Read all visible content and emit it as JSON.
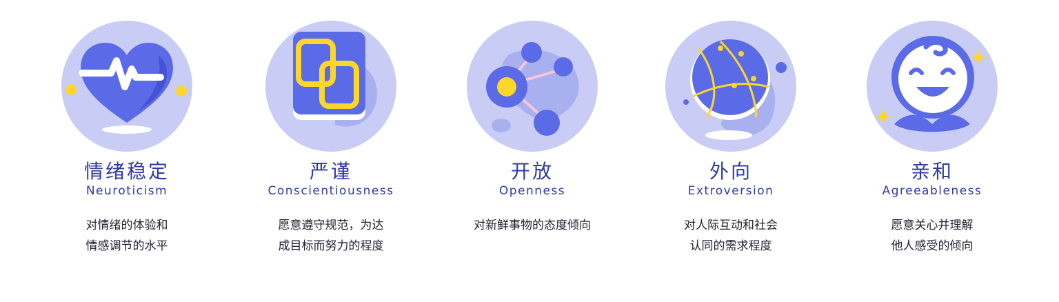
{
  "colors": {
    "circle": "#c9cdf5",
    "accent_blue": "#5b6be8",
    "accent_yellow": "#fcd72a",
    "title": "#2f3aa6",
    "text": "#222233"
  },
  "traits": [
    {
      "icon": "heart-pulse-icon",
      "title_cn": "情绪稳定",
      "title_en": "Neuroticism",
      "desc_lines": [
        "对情绪的体验和",
        "情感调节的水平"
      ]
    },
    {
      "icon": "chain-link-icon",
      "title_cn": "严谨",
      "title_en": "Conscientiousness",
      "desc_lines": [
        "愿意遵守规范，为达",
        "成目标而努力的程度"
      ]
    },
    {
      "icon": "share-nodes-icon",
      "title_cn": "开放",
      "title_en": "Openness",
      "desc_lines": [
        "对新鲜事物的态度倾向"
      ]
    },
    {
      "icon": "globe-icon",
      "title_cn": "外向",
      "title_en": "Extroversion",
      "desc_lines": [
        "对人际互动和社会",
        "认同的需求程度"
      ]
    },
    {
      "icon": "smiling-face-icon",
      "title_cn": "亲和",
      "title_en": "Agreeableness",
      "desc_lines": [
        "愿意关心并理解",
        "他人感受的倾向"
      ]
    }
  ]
}
